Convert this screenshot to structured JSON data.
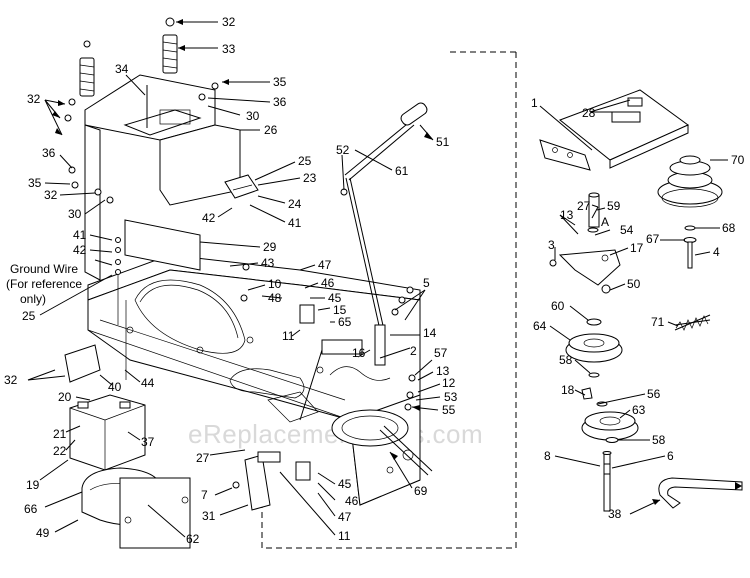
{
  "watermark": "eReplacementParts.com",
  "note": {
    "line1": "Ground Wire",
    "line2": "(For reference",
    "line3": "only)"
  },
  "callout_a": "A",
  "callouts": [
    "32",
    "33",
    "34",
    "35",
    "36",
    "30",
    "26",
    "32",
    "36",
    "35",
    "32",
    "30",
    "25",
    "23",
    "24",
    "42",
    "41",
    "29",
    "41",
    "42",
    "43",
    "25",
    "10",
    "47",
    "46",
    "48",
    "45",
    "15",
    "65",
    "11",
    "52",
    "61",
    "51",
    "5",
    "14",
    "16",
    "2",
    "57",
    "13",
    "12",
    "53",
    "55",
    "69",
    "32",
    "40",
    "44",
    "20",
    "21",
    "22",
    "37",
    "19",
    "27",
    "7",
    "31",
    "45",
    "46",
    "47",
    "11",
    "66",
    "49",
    "62",
    "1",
    "28",
    "70",
    "27",
    "59",
    "13",
    "54",
    "3",
    "17",
    "67",
    "68",
    "4",
    "50",
    "60",
    "64",
    "71",
    "58",
    "18",
    "56",
    "63",
    "58",
    "8",
    "6",
    "38"
  ]
}
